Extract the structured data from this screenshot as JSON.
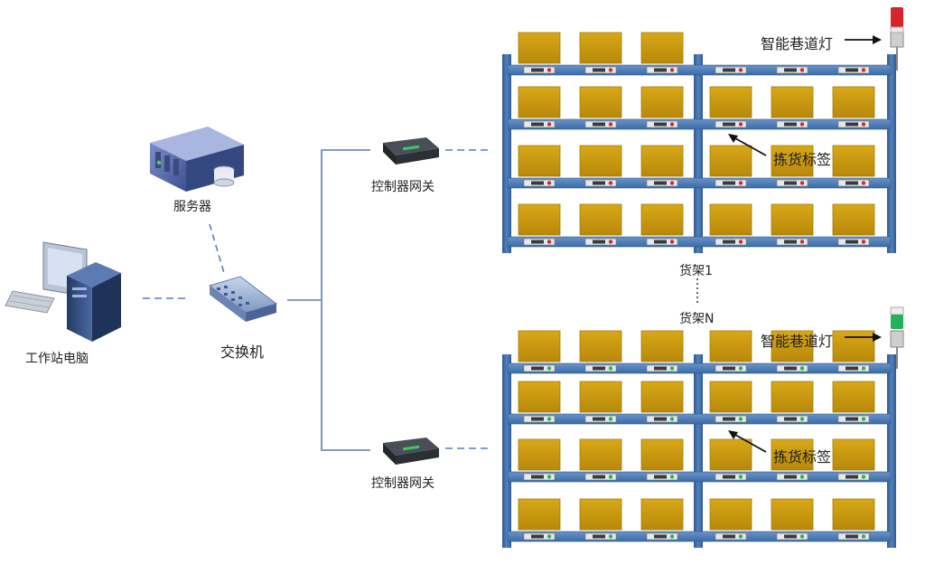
{
  "labels": {
    "workstation": "工作站电脑",
    "server": "服务器",
    "switch": "交换机",
    "gateway_top": "控制器网关",
    "gateway_bottom": "控制器网关",
    "rack_first": "货架1",
    "rack_last": "货架N",
    "aisle_light_top": "智能巷道灯",
    "aisle_light_bottom": "智能巷道灯",
    "pick_tag_top": "拣货标签",
    "pick_tag_bottom": "拣货标签"
  },
  "colors": {
    "rack_frame": "#3f6aa0",
    "rack_beam": "#4a78b0",
    "box": "#c99a0e",
    "tag_body": "#e8e8e8",
    "tag_led_red": "#d22a2a",
    "tag_led_green": "#2db34a",
    "link_line": "#5a7fb5",
    "light_red": "#d8232a",
    "light_green": "#22b35a"
  },
  "icons": [
    "computer-icon",
    "server-icon",
    "switch-icon",
    "gateway-icon",
    "aisle-light-icon",
    "arrow-icon"
  ]
}
